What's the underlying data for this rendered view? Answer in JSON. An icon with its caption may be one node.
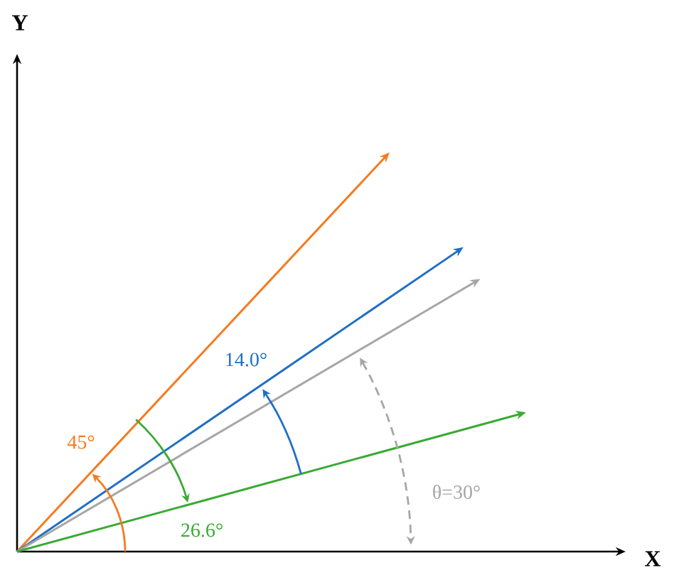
{
  "diagram": {
    "labels": [
      "Y",
      "X",
      "45°",
      "14.0°",
      "26.6°",
      "θ=30°"
    ]
  }
}
